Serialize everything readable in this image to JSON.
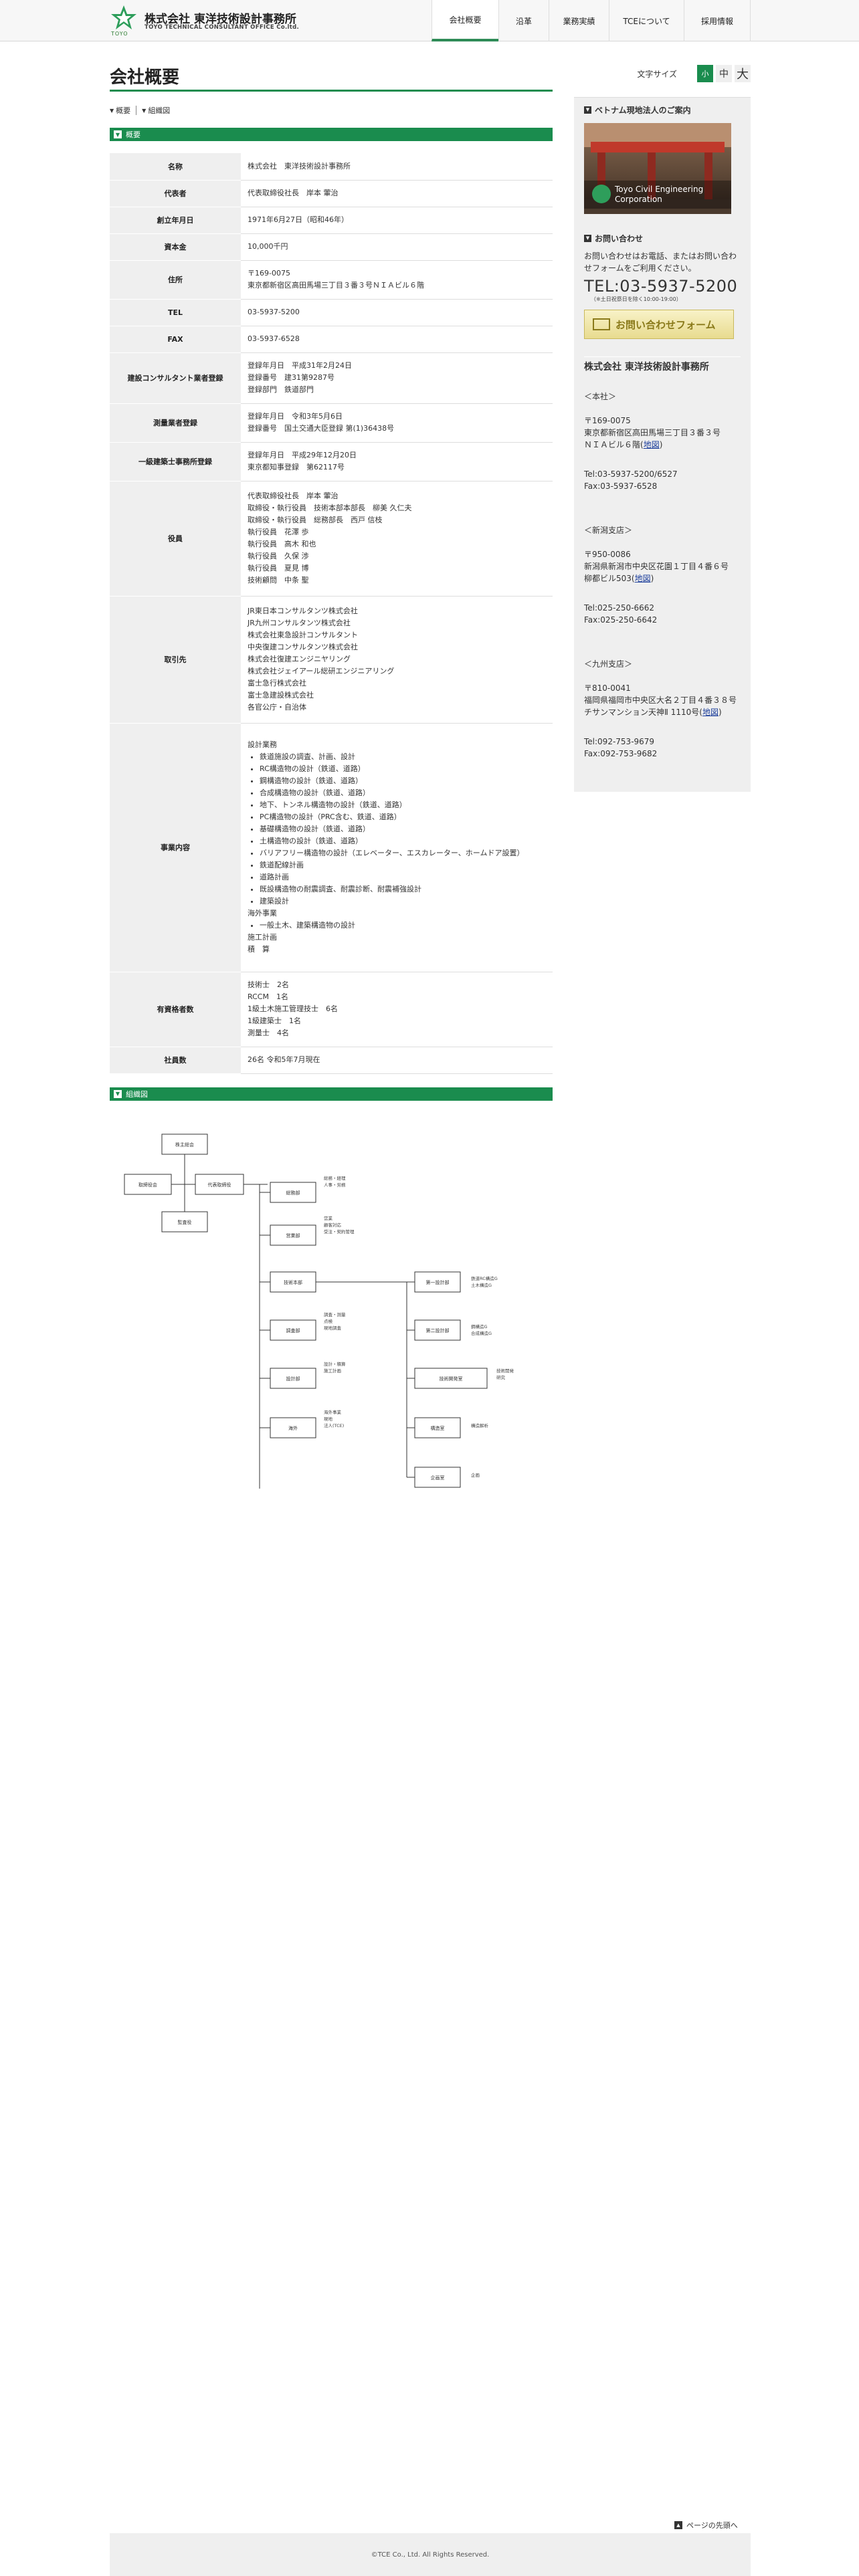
{
  "header": {
    "logo_sub": "TOYO",
    "logo_title": "株式会社 東洋技術設計事務所",
    "logo_en": "TOYO TECHNICAL CONSULTANT OFFICE Co.ltd.",
    "nav": [
      {
        "label": "会社概要",
        "active": true
      },
      {
        "label": "沿革",
        "active": false
      },
      {
        "label": "業務実績",
        "active": false
      },
      {
        "label": "TCEについて",
        "active": false
      },
      {
        "label": "採用情報",
        "active": false
      }
    ]
  },
  "main": {
    "title": "会社概要",
    "anchors": [
      "概要",
      "組織図"
    ],
    "section_overview": "概要",
    "section_org": "組織図",
    "rows": [
      {
        "label": "名称",
        "value": "株式会社　東洋技術設計事務所"
      },
      {
        "label": "代表者",
        "value": "代表取締役社長　岸本 葷治"
      },
      {
        "label": "創立年月日",
        "value": "1971年6月27日（昭和46年）"
      },
      {
        "label": "資本金",
        "value": "10,000千円"
      },
      {
        "label": "住所",
        "value": "〒169-0075\n東京都新宿区高田馬場三丁目３番３号ＮＩＡビル６階"
      },
      {
        "label": "TEL",
        "value": "03-5937-5200"
      },
      {
        "label": "FAX",
        "value": "03-5937-6528"
      },
      {
        "label": "建設コンサルタント業者登録",
        "value": "登録年月日　平成31年2月24日\n登録番号　建31第9287号\n登録部門　鉄道部門"
      },
      {
        "label": "測量業者登録",
        "value": "登録年月日　令和3年5月6日\n登録番号　国土交通大臣登録 第(1)36438号"
      },
      {
        "label": "一級建築士事務所登録",
        "value": "登録年月日　平成29年12月20日\n東京都知事登録　第62117号"
      },
      {
        "label": "役員",
        "value": "代表取締役社長　岸本 葷治\n取締役・執行役員　技術本部本部長　柳美 久仁夫\n取締役・執行役員　総務部長　西戸 信枝\n執行役員　花澤 歩\n執行役員　高木 和也\n執行役員　久保 渉\n執行役員　夏見 博\n技術顧問　中条 聖"
      },
      {
        "label": "取引先",
        "value": "JR東日本コンサルタンツ株式会社\nJR九州コンサルタンツ株式会社\n株式会社東急設計コンサルタント\n中央復建コンサルタンツ株式会社\n株式会社復建エンジニヤリング\n株式会社ジェイアール総研エンジニアリング\n富士急行株式会社\n富士急建設株式会社\n各官公庁・自治体"
      },
      {
        "label": "事業内容",
        "intro": "設計業務",
        "items": [
          "鉄道施設の調査、計画、設計",
          "RC構造物の設計（鉄道、道路）",
          "鋼構造物の設計（鉄道、道路）",
          "合成構造物の設計（鉄道、道路）",
          "地下、トンネル構造物の設計（鉄道、道路）",
          "PC構造物の設計（PRC含む、鉄道、道路）",
          "基礎構造物の設計（鉄道、道路）",
          "土構造物の設計（鉄道、道路）",
          "バリアフリー構造物の設計（エレベーター、エスカレーター、ホームドア設置）",
          "鉄道配線計画",
          "道路計画",
          "既設構造物の耐震調査、耐震診断、耐震補強設計",
          "建築設計"
        ],
        "intro2": "海外事業",
        "items2": [
          "一般土木、建築構造物の設計"
        ],
        "tail": "施工計画\n積　算"
      },
      {
        "label": "有資格者数",
        "value": "技術士　2名\nRCCM　1名\n1級土木施工管理技士　6名\n1級建築士　1名\n測量士　4名"
      },
      {
        "label": "社員数",
        "value": "26名 令和5年7月現在"
      }
    ]
  },
  "sidebar": {
    "fontsize_label": "文字サイズ",
    "fontsize_opts": [
      "小",
      "中",
      "大"
    ],
    "vietnam_title": "ベトナム現地法人のご案内",
    "vietnam_caption": "Toyo Civil Engineering Corporation",
    "contact_title": "お問い合わせ",
    "contact_text": "お問い合わせはお電話、またはお問い合わせフォームをご利用ください。",
    "tel": "TEL:03-5937-5200",
    "tel_note": "（※土日祝祭日を除く10:00-19:00）",
    "form_label": "お問い合わせフォーム",
    "offices_title": "株式会社 東洋技術設計事務所",
    "offices": [
      {
        "name": "＜本社＞",
        "address": "〒169-0075\n東京都新宿区高田馬場三丁目３番３号\nＮＩＡビル６階",
        "map": "地図",
        "phone": "Tel:03-5937-5200/6527\nFax:03-5937-6528"
      },
      {
        "name": "＜新潟支店＞",
        "address": "〒950-0086\n新潟県新潟市中央区花園１丁目４番６号\n柳都ビル503",
        "map": "地図",
        "phone": "Tel:025-250-6662\nFax:025-250-6642"
      },
      {
        "name": "＜九州支店＞",
        "address": "〒810-0041\n福岡県福岡市中央区大名２丁目４番３８号\nチサンマンション天神Ⅱ 1110号",
        "map": "地図",
        "phone": "Tel:092-753-9679\nFax:092-753-9682"
      }
    ]
  },
  "org": {
    "labels": {
      "top": "株主総会",
      "board": "取締役会",
      "president": "代表取締役",
      "auditor": "監査役",
      "d1": "総務部",
      "d2": "営業部",
      "d3": "技術本部",
      "d4": "調査部",
      "d5": "設計部",
      "d6": "海外",
      "s1": "第一設計部",
      "s2": "第二設計部",
      "s3": "技術開発室",
      "s4": "構造室",
      "s5": "企画室"
    },
    "notes": {
      "d1": "総務・経理\n人事・労務",
      "d2": "営業\n顧客対応\n受注・契約管理",
      "d4": "調査・測量\n点検\n現地調査",
      "d5": "設計・積算\n施工計画",
      "d6": "海外事業\n現地\n法人(TCE)",
      "s1": "鉄道RC構造G\n土木構造G",
      "s2": "鋼構造G\n合成構造G",
      "s3": "技術開発\n研究",
      "s4": "構造解析",
      "s5": "企画"
    }
  },
  "footer": {
    "pagetop": "ページの先頭へ",
    "copyright": "©TCE Co., Ltd. All Rights Reserved."
  },
  "colors": {
    "accent": "#1a8c4e",
    "th_bg": "#efefef",
    "sidebar_bg": "#efefef"
  }
}
